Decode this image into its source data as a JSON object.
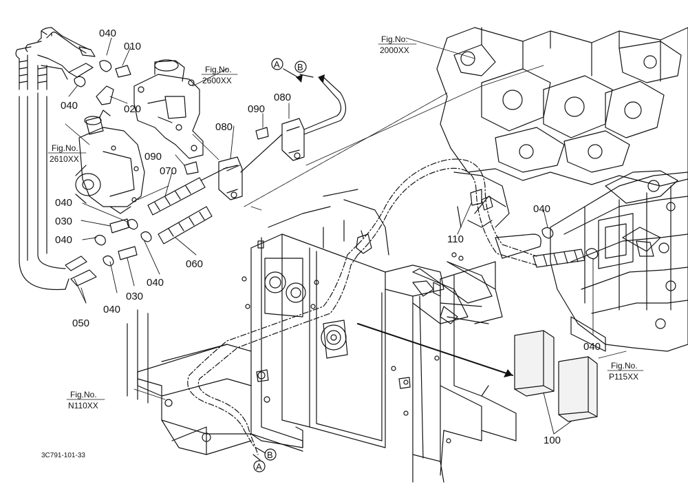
{
  "diagram": {
    "part_labels": {
      "p040_a": "040",
      "p010": "010",
      "p040_b": "040",
      "p020": "020",
      "p090_a": "090",
      "p080_a": "080",
      "p080_b": "080",
      "p090_b": "090",
      "p070": "070",
      "p040_c": "040",
      "p030_a": "030",
      "p040_d": "040",
      "p040_e": "040",
      "p030_b": "030",
      "p060": "060",
      "p040_f": "040",
      "p050": "050",
      "p110": "110",
      "p040_g": "040",
      "p040_h": "040",
      "p100": "100"
    },
    "fig_refs": {
      "fig2600": {
        "prefix": "Fig.No.",
        "code": "2600XX"
      },
      "fig2610": {
        "prefix": "Fig.No.",
        "code": "2610XX"
      },
      "fig2000": {
        "prefix": "Fig.No.",
        "code": "2000XX"
      },
      "figP115": {
        "prefix": "Fig.No.",
        "code": "P115XX"
      },
      "figN110": {
        "prefix": "Fig.No.",
        "code": "N110XX"
      }
    },
    "connectors": {
      "a_top": "A",
      "b_top": "B",
      "a_bottom": "A",
      "b_bottom": "B"
    },
    "drawing_code": "3C791-101-33"
  }
}
